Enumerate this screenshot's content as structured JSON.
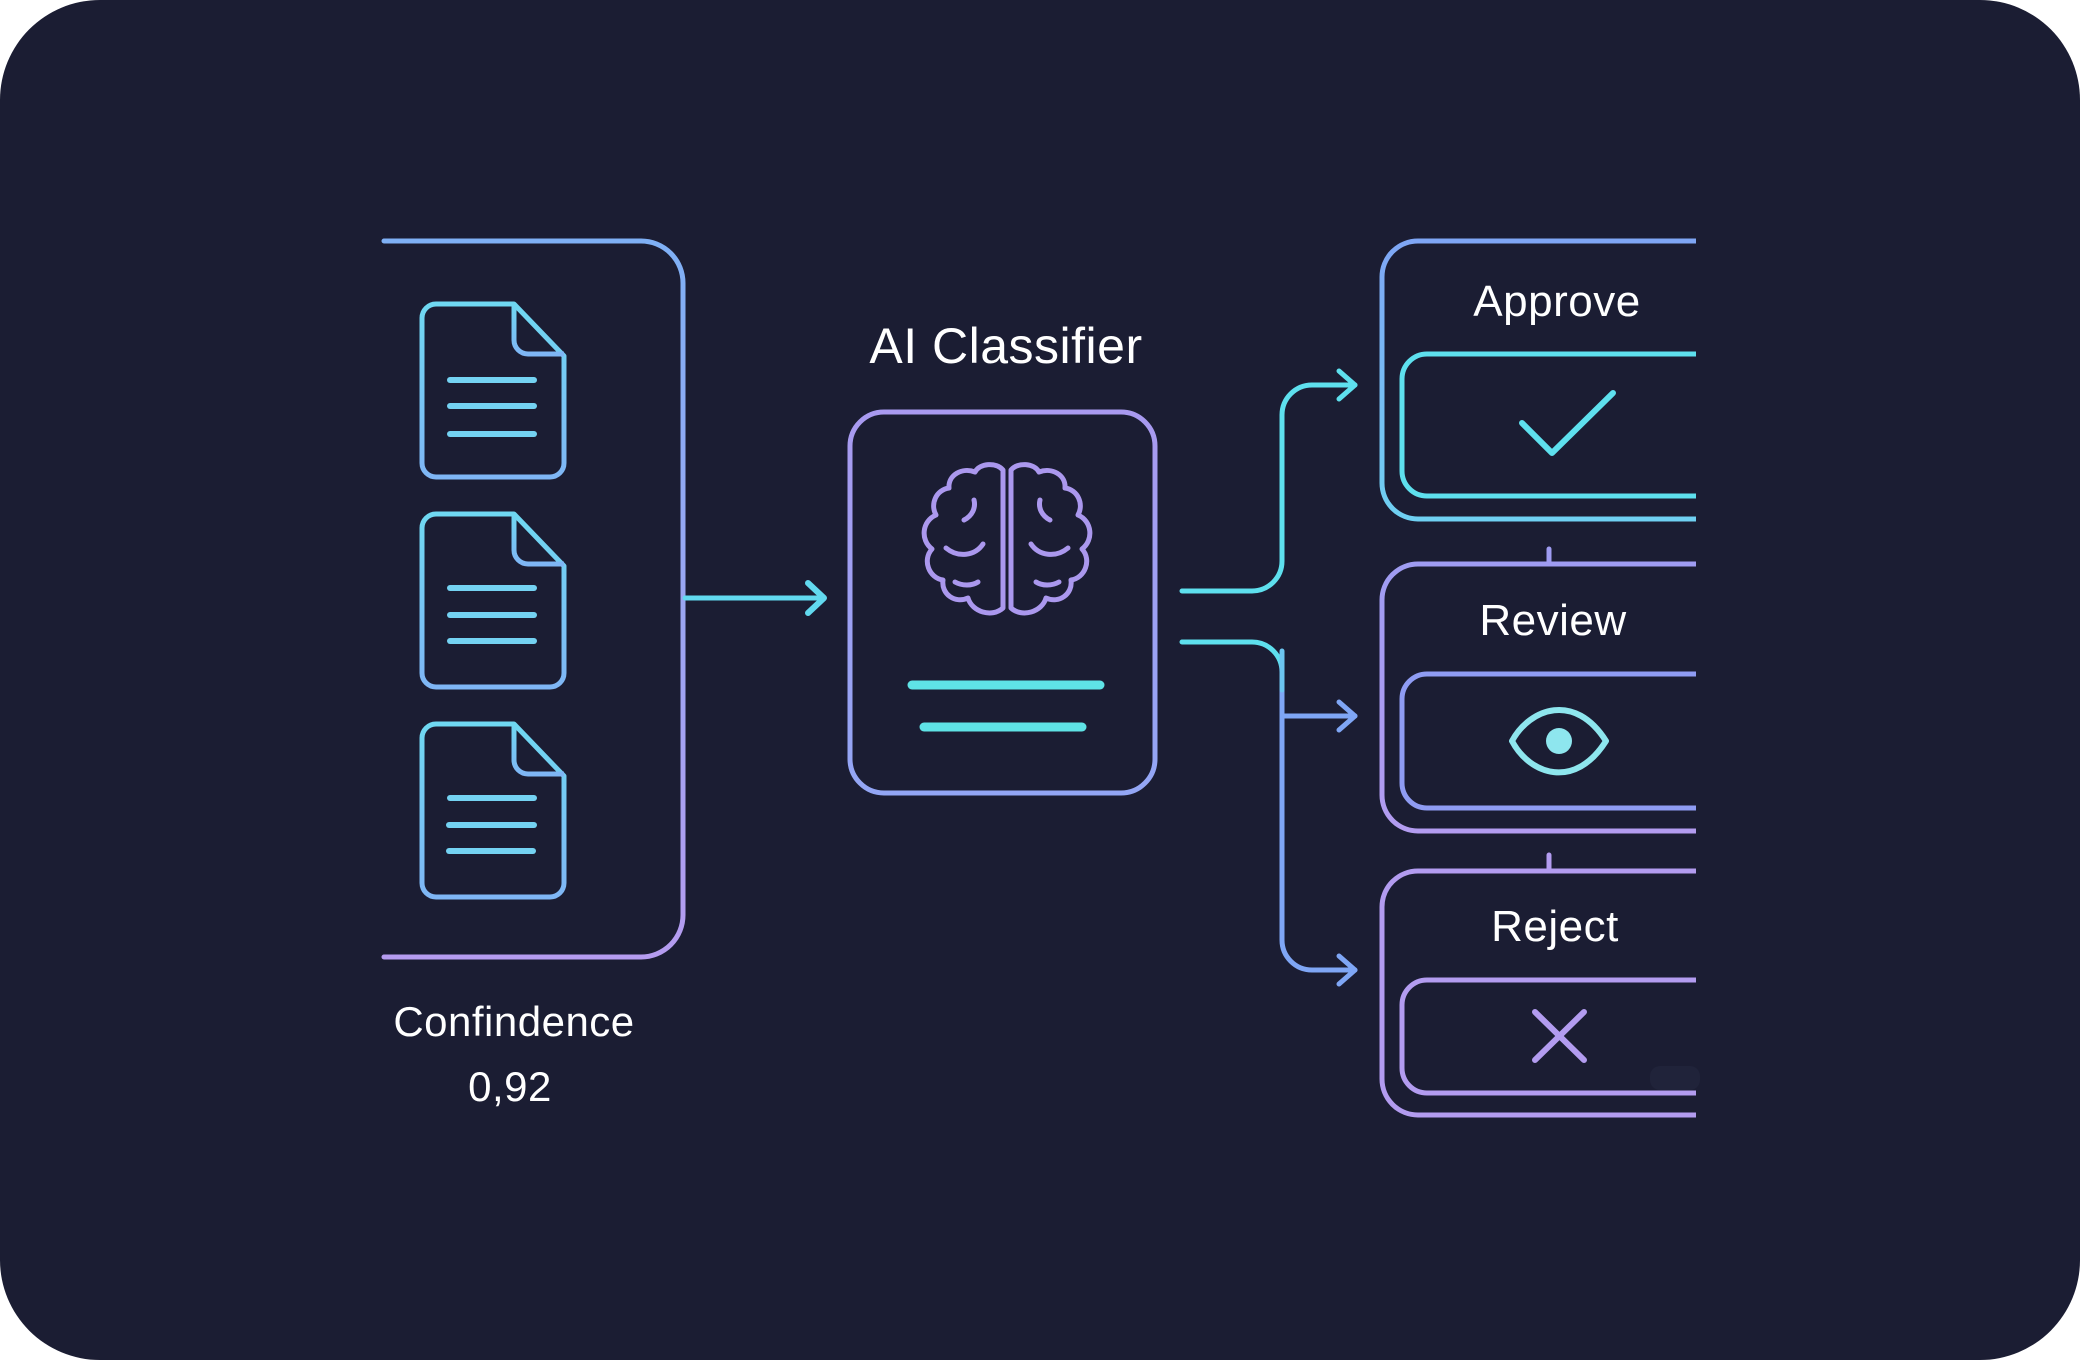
{
  "diagram": {
    "classifier": {
      "title": "AI Classifier",
      "icon": "brain-icon"
    },
    "input": {
      "documents": [
        {
          "icon": "document-icon"
        },
        {
          "icon": "document-icon"
        },
        {
          "icon": "document-icon"
        }
      ],
      "confidence_label": "Confindence",
      "confidence_value": "0,92"
    },
    "outcomes": [
      {
        "label": "Approve",
        "icon": "checkmark-icon",
        "color": "#5ee0ee"
      },
      {
        "label": "Review",
        "icon": "eye-icon",
        "color": "#7f9cf5"
      },
      {
        "label": "Reject",
        "icon": "x-icon",
        "color": "#b79af2"
      }
    ],
    "colors": {
      "background": "#1b1d33",
      "cyan": "#5ee0ee",
      "blue": "#7fa6f5",
      "violet": "#b39cf0",
      "text": "#ffffff"
    }
  }
}
